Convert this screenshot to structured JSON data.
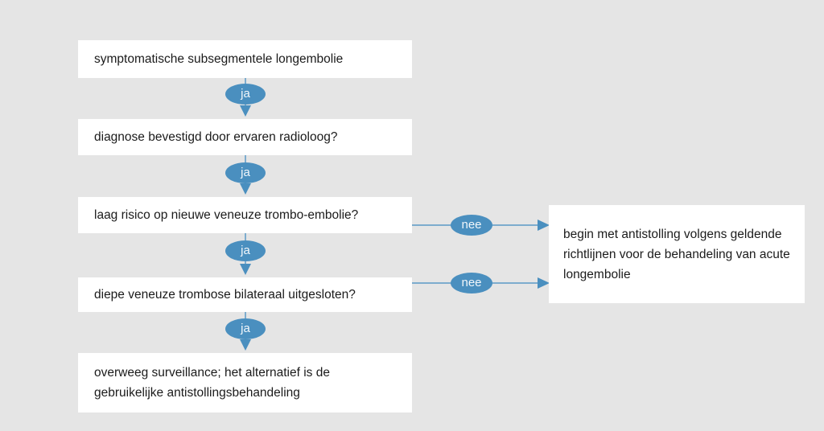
{
  "page": {
    "background_color": "#e5e5e5",
    "node_color": "#ffffff",
    "accent_color": "#4a8fbf",
    "connector_color": "#5b9ac6",
    "text_color": "#1b1b1b"
  },
  "flowchart": {
    "nodes": [
      {
        "id": "start",
        "lines": [
          "symptomatische subsegmentele longembolie"
        ]
      },
      {
        "id": "q-radioloog",
        "lines": [
          "diagnose bevestigd door ervaren radioloog?"
        ]
      },
      {
        "id": "q-laag-risico",
        "lines": [
          "laag risico op nieuwe veneuze trombo-embolie?"
        ]
      },
      {
        "id": "q-dvt-uitgesloten",
        "lines": [
          "diepe veneuze trombose bilateraal uitgesloten?"
        ]
      },
      {
        "id": "outcome-surveillance",
        "lines": [
          "overweeg surveillance; het alternatief is de",
          "gebruikelijke antistollingsbehandeling"
        ]
      },
      {
        "id": "outcome-antistolling",
        "lines": [
          "begin met antistolling volgens geldende",
          "richtlijnen voor de behandeling van acute",
          "longembolie"
        ]
      }
    ],
    "labels": {
      "yes": "ja",
      "no": "nee"
    }
  }
}
